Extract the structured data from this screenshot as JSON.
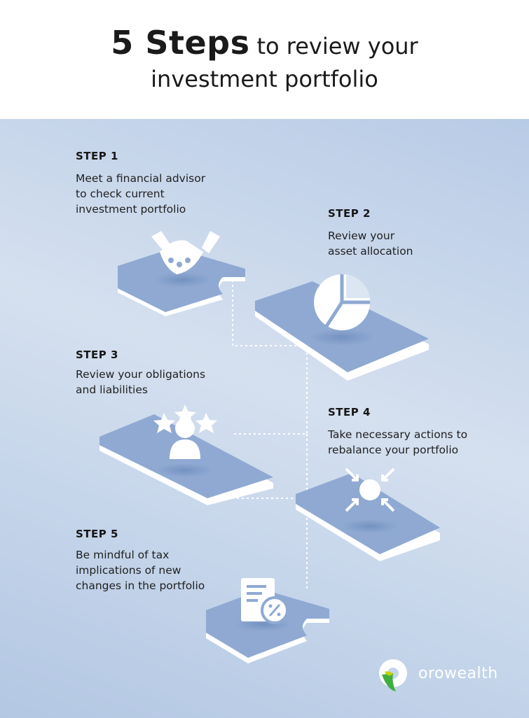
{
  "title": {
    "bold": "5 Steps",
    "rest_line1": "to review your",
    "line2": "investment portfolio"
  },
  "steps": [
    {
      "label": "STEP 1",
      "lines": [
        "Meet a financial advisor",
        "to check current",
        "investment portfolio"
      ],
      "icon": "handshake-icon"
    },
    {
      "label": "STEP 2",
      "lines": [
        "Review your",
        "asset allocation"
      ],
      "icon": "pie-chart-icon"
    },
    {
      "label": "STEP 3",
      "lines": [
        "Review your obligations",
        "and liabilities"
      ],
      "icon": "person-stars-icon"
    },
    {
      "label": "STEP 4",
      "lines": [
        "Take necessary actions to",
        "rebalance your portfolio"
      ],
      "icon": "converge-arrows-icon"
    },
    {
      "label": "STEP 5",
      "lines": [
        "Be mindful of tax",
        "implications of new",
        "changes in the portfolio"
      ],
      "icon": "tax-document-icon"
    }
  ],
  "brand": {
    "name": "orowealth",
    "colors": {
      "green": "#3fae3f",
      "yellow": "#c8d400",
      "tile": "#8fa9d2",
      "tile_edge": "#ffffff"
    }
  }
}
